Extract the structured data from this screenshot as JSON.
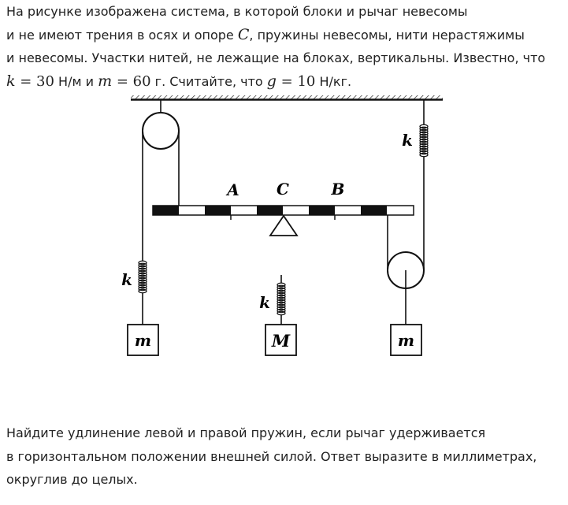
{
  "problem": {
    "line1": "На рисунке изображена система, в которой блоки и рычаг невесомы",
    "line2_a": "и не имеют трения в осях и опоре ",
    "line2_sym": "C",
    "line2_b": ", пружины невесомы, нити нерастяжимы",
    "line3": "и невесомы. Участки нитей, не лежащие на блоках, вертикальны. Известно, что",
    "line4_k": "k",
    "line4_eq1": " = ",
    "line4_kval": "30",
    "line4_kunit": " Н/м и ",
    "line4_m": "m",
    "line4_eq2": " = ",
    "line4_mval": "60",
    "line4_munit": " г. Считайте, что ",
    "line4_g": "g",
    "line4_eq3": " = ",
    "line4_gval": "10",
    "line4_gunit": " Н/кг."
  },
  "figure": {
    "label_A": "A",
    "label_C": "C",
    "label_B": "B",
    "spring_label": "k",
    "mass_left": "m",
    "mass_center": "M",
    "mass_right": "m"
  },
  "question": {
    "line1": "Найдите удлинение левой и правой пружин, если рычаг удерживается",
    "line2": "в горизонтальном положении внешней силой. Ответ выразите в миллиметрах,",
    "line3": "округлив до целых."
  }
}
